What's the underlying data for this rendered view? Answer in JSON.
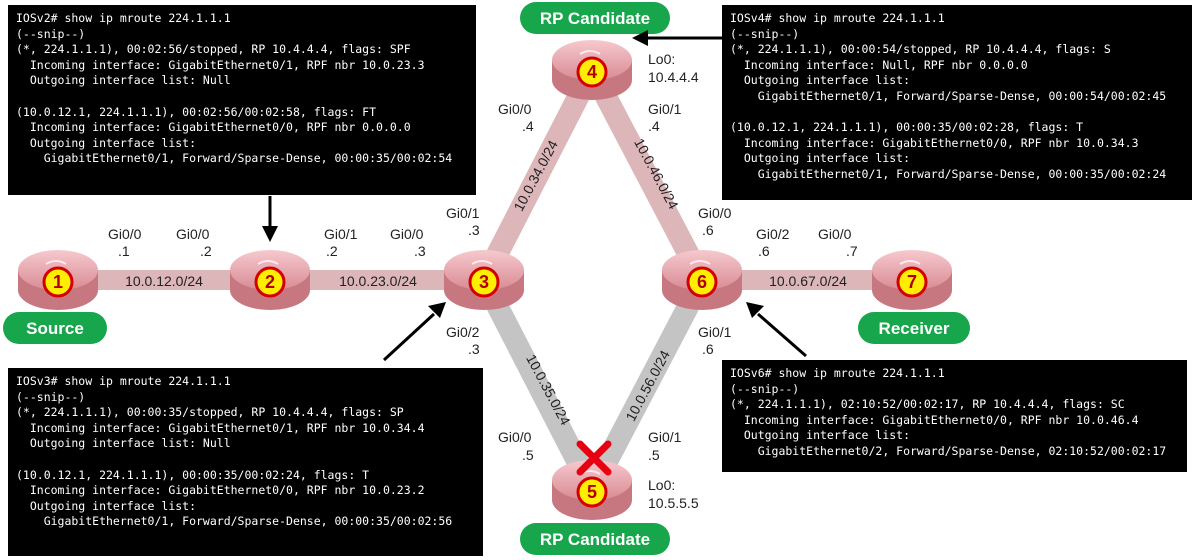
{
  "colors": {
    "router": "#e8a0a8",
    "router_dark": "#c77780",
    "link_active": "#dcb6b8",
    "link_inactive": "#c4c4c4",
    "badge_fill": "#ffee00",
    "badge_ring": "#d40000",
    "pill": "#18a64c",
    "failure_mark": "#e60012",
    "cli_bg": "#000000",
    "cli_fg": "#ffffff"
  },
  "routers": [
    {
      "id": "r1",
      "number": "1"
    },
    {
      "id": "r2",
      "number": "2"
    },
    {
      "id": "r3",
      "number": "3"
    },
    {
      "id": "r4",
      "number": "4"
    },
    {
      "id": "r5",
      "number": "5"
    },
    {
      "id": "r6",
      "number": "6"
    },
    {
      "id": "r7",
      "number": "7"
    }
  ],
  "tags": {
    "source": "Source",
    "receiver": "Receiver",
    "rp_top": "RP Candidate",
    "rp_bottom": "RP Candidate"
  },
  "loopbacks": {
    "r4": {
      "name": "Lo0:",
      "ip": "10.4.4.4"
    },
    "r5": {
      "name": "Lo0:",
      "ip": "10.5.5.5"
    }
  },
  "links": [
    {
      "network": "10.0.12.0/24",
      "active": true
    },
    {
      "network": "10.0.23.0/24",
      "active": true
    },
    {
      "network": "10.0.34.0/24",
      "active": true
    },
    {
      "network": "10.0.46.0/24",
      "active": true
    },
    {
      "network": "10.0.67.0/24",
      "active": true
    },
    {
      "network": "10.0.35.0/24",
      "active": false
    },
    {
      "network": "10.0.56.0/24",
      "active": false
    }
  ],
  "interfaces": [
    {
      "name": "Gi0/0",
      "addr": ".1"
    },
    {
      "name": "Gi0/0",
      "addr": ".2"
    },
    {
      "name": "Gi0/1",
      "addr": ".2"
    },
    {
      "name": "Gi0/0",
      "addr": ".3"
    },
    {
      "name": "Gi0/1",
      "addr": ".3"
    },
    {
      "name": "Gi0/2",
      "addr": ".3"
    },
    {
      "name": "Gi0/0",
      "addr": ".4"
    },
    {
      "name": "Gi0/1",
      "addr": ".4"
    },
    {
      "name": "Gi0/0",
      "addr": ".6"
    },
    {
      "name": "Gi0/1",
      "addr": ".6"
    },
    {
      "name": "Gi0/2",
      "addr": ".6"
    },
    {
      "name": "Gi0/0",
      "addr": ".7"
    },
    {
      "name": "Gi0/0",
      "addr": ".5"
    },
    {
      "name": "Gi0/1",
      "addr": ".5"
    }
  ],
  "cli": {
    "r2": "IOSv2# show ip mroute 224.1.1.1\n(--snip--)\n(*, 224.1.1.1), 00:02:56/stopped, RP 10.4.4.4, flags: SPF\n  Incoming interface: GigabitEthernet0/1, RPF nbr 10.0.23.3\n  Outgoing interface list: Null\n\n(10.0.12.1, 224.1.1.1), 00:02:56/00:02:58, flags: FT\n  Incoming interface: GigabitEthernet0/0, RPF nbr 0.0.0.0\n  Outgoing interface list:\n    GigabitEthernet0/1, Forward/Sparse-Dense, 00:00:35/00:02:54",
    "r4": "IOSv4# show ip mroute 224.1.1.1\n(--snip--)\n(*, 224.1.1.1), 00:00:54/stopped, RP 10.4.4.4, flags: S\n  Incoming interface: Null, RPF nbr 0.0.0.0\n  Outgoing interface list:\n    GigabitEthernet0/1, Forward/Sparse-Dense, 00:00:54/00:02:45\n\n(10.0.12.1, 224.1.1.1), 00:00:35/00:02:28, flags: T\n  Incoming interface: GigabitEthernet0/0, RPF nbr 10.0.34.3\n  Outgoing interface list:\n    GigabitEthernet0/1, Forward/Sparse-Dense, 00:00:35/00:02:24",
    "r3": "IOSv3# show ip mroute 224.1.1.1\n(--snip--)\n(*, 224.1.1.1), 00:00:35/stopped, RP 10.4.4.4, flags: SP\n  Incoming interface: GigabitEthernet0/1, RPF nbr 10.0.34.4\n  Outgoing interface list: Null\n\n(10.0.12.1, 224.1.1.1), 00:00:35/00:02:24, flags: T\n  Incoming interface: GigabitEthernet0/0, RPF nbr 10.0.23.2\n  Outgoing interface list:\n    GigabitEthernet0/1, Forward/Sparse-Dense, 00:00:35/00:02:56",
    "r6": "IOSv6# show ip mroute 224.1.1.1\n(--snip--)\n(*, 224.1.1.1), 02:10:52/00:02:17, RP 10.4.4.4, flags: SC\n  Incoming interface: GigabitEthernet0/0, RPF nbr 10.0.46.4\n  Outgoing interface list:\n    GigabitEthernet0/2, Forward/Sparse-Dense, 02:10:52/00:02:17"
  }
}
